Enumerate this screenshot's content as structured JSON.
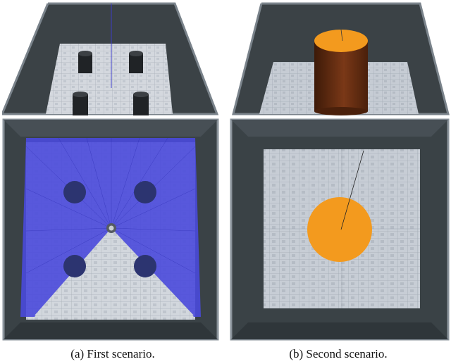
{
  "figure": {
    "panels": [
      {
        "caption": "(a) First scenario.",
        "views": [
          "perspective",
          "top-down"
        ],
        "obstacles": 4,
        "obstacle_shape": "cylinder",
        "obstacle_color": "#222222",
        "overlay_color": "#4a4adc",
        "sensor_shown": true
      },
      {
        "caption": "(b) Second scenario.",
        "views": [
          "perspective",
          "top-down"
        ],
        "obstacles": 1,
        "obstacle_shape": "cylinder",
        "obstacle_color": "#f39a1e",
        "obstacle_side_color": "#6b2e10"
      }
    ],
    "colors": {
      "wall": "#3a4246",
      "wall_top": "#55606a",
      "floor": "#c9ced6",
      "floor_tile": "#b7bdc6"
    }
  }
}
